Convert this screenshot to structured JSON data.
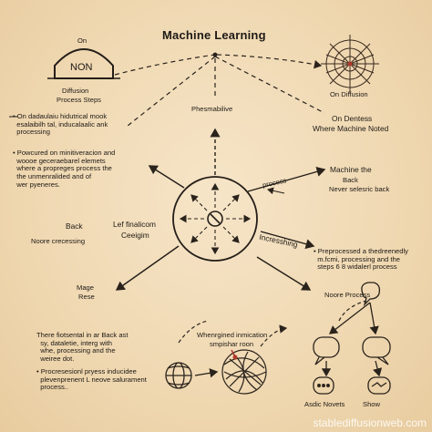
{
  "title": "Machine Learning",
  "top_left": {
    "top_label": "On",
    "box_label": "NON",
    "caption_1": "Diffusion",
    "caption_2": "Process Steps"
  },
  "top_right": {
    "caption_1": "On Diffusion",
    "caption_2": "On Dentess",
    "caption_3": "Where Machine Noted"
  },
  "mid_top_label": "Phesmabilive",
  "left_block_1": "• On dadaulaiu hidutrical mook\n  esalaibilh tal, inducalaalic ank\n  processing",
  "left_block_2": "• Powcured on minitiveracion and\n  woooe geceraebarel elemets\n  where a propreges process the\n  the unmenralided and of\n  wer pyeneres.",
  "left_mid": {
    "back": "Back",
    "noore": "Noore crecessing",
    "lef": "Lef finalicom",
    "ceegim": "Ceeigim"
  },
  "right_mid": {
    "process_tag": "process",
    "machine_1": "Machine the",
    "machine_2": "Back",
    "machine_3": "Never selesric back",
    "incres": "Incresshing",
    "block": "• Preprocessed a thedreenedly\n  m.fcmi, processing and the\n  steps 6 8 widalerl process",
    "noore_process": "Noore Process"
  },
  "bottom_left": {
    "mage": "Mage",
    "rese": "Rese",
    "block_1": "There fiotsental in ar Back ast\n  sy, dataletie, interg with\n  whe, processing and the\n  weiree dot.",
    "block_2": "• Procresesionl pryess inducidee\n  plevenprenent L neove salurament\n  process.."
  },
  "bottom_mid": {
    "line_1": "Whenrgined inmication",
    "line_2": "smpishar roon"
  },
  "bottom_right": {
    "label_1": "Asdic Novets",
    "label_2": "Show"
  },
  "watermark": "stablediffusionweb.com"
}
